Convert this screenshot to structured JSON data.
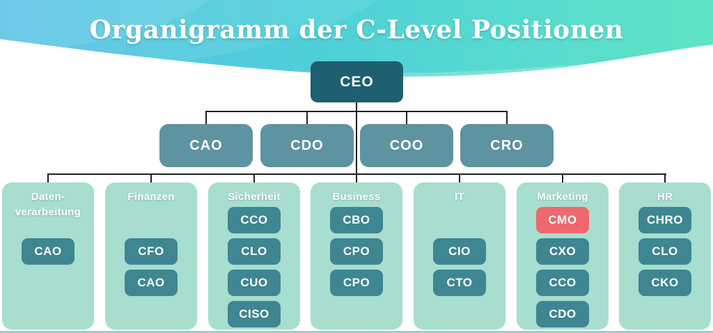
{
  "title": "Organigramm der C-Level Positionen",
  "colors": {
    "header_gradient_left": "#55c1e6",
    "header_gradient_right": "#5fe4c6",
    "ceo_box": "#1e5f70",
    "level2_box": "#5e93a2",
    "panel_background": "#a8decf",
    "role_box": "#3e8692",
    "highlight_box": "#ee686d",
    "connector": "#1f1f1f",
    "title_text": "#ffffff"
  },
  "chart": {
    "root": {
      "label": "CEO"
    },
    "level2": [
      {
        "label": "CAO"
      },
      {
        "label": "CDO"
      },
      {
        "label": "COO"
      },
      {
        "label": "CRO"
      }
    ],
    "departments": [
      {
        "name": "Datenverarbeitung",
        "name_lines": [
          "Daten-",
          "verarbeitung"
        ],
        "roles": [
          {
            "label": "CAO"
          }
        ]
      },
      {
        "name": "Finanzen",
        "roles": [
          {
            "label": "CFO"
          },
          {
            "label": "CAO"
          }
        ]
      },
      {
        "name": "Sicherheit",
        "roles": [
          {
            "label": "CCO"
          },
          {
            "label": "CLO"
          },
          {
            "label": "CUO"
          },
          {
            "label": "CISO"
          }
        ]
      },
      {
        "name": "Business",
        "roles": [
          {
            "label": "CBO"
          },
          {
            "label": "CPO"
          },
          {
            "label": "CPO"
          }
        ]
      },
      {
        "name": "IT",
        "roles": [
          {
            "label": "CIO"
          },
          {
            "label": "CTO"
          }
        ]
      },
      {
        "name": "Marketing",
        "roles": [
          {
            "label": "CMO",
            "highlight": true
          },
          {
            "label": "CXO"
          },
          {
            "label": "CCO"
          },
          {
            "label": "CDO"
          }
        ]
      },
      {
        "name": "HR",
        "roles": [
          {
            "label": "CHRO"
          },
          {
            "label": "CLO"
          },
          {
            "label": "CKO"
          }
        ]
      }
    ]
  }
}
